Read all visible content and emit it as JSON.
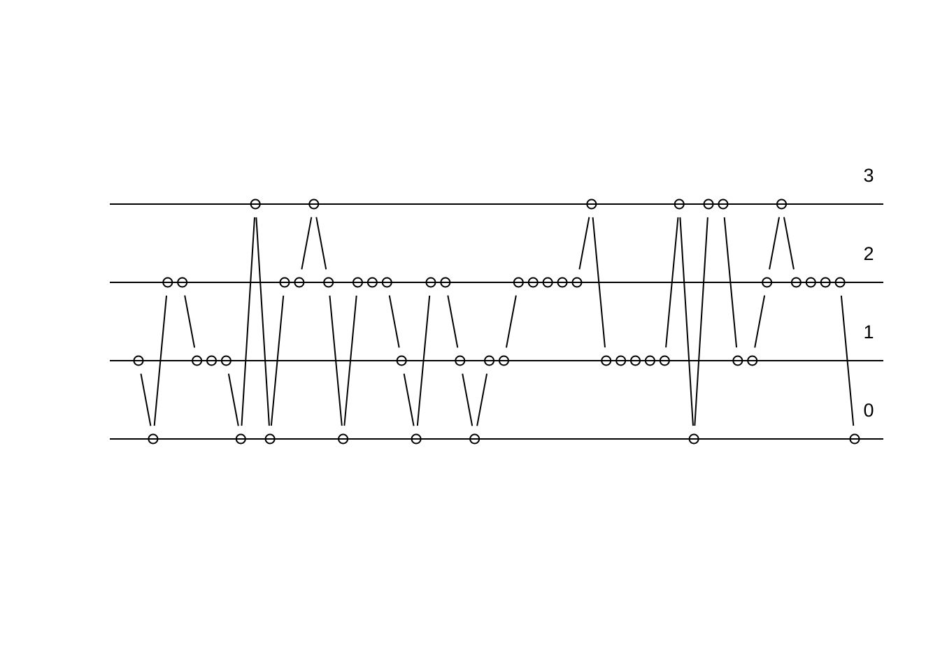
{
  "chart_data": {
    "type": "line",
    "title": "",
    "xlabel": "",
    "ylabel": "",
    "levels": [
      0,
      1,
      2,
      3
    ],
    "level_labels": [
      "0",
      "1",
      "2",
      "3"
    ],
    "x": [
      1,
      2,
      3,
      4,
      5,
      6,
      7,
      8,
      9,
      10,
      11,
      12,
      13,
      14,
      15,
      16,
      17,
      18,
      19,
      20,
      21,
      22,
      23,
      24,
      25,
      26,
      27,
      28,
      29,
      30,
      31,
      32,
      33,
      34,
      35,
      36,
      37,
      38,
      39,
      40,
      41,
      42,
      43,
      44,
      45,
      46,
      47,
      48,
      49,
      50
    ],
    "values": [
      1,
      0,
      2,
      2,
      1,
      1,
      1,
      0,
      3,
      0,
      2,
      2,
      3,
      2,
      0,
      2,
      2,
      2,
      1,
      0,
      2,
      2,
      1,
      0,
      1,
      1,
      2,
      2,
      2,
      2,
      2,
      3,
      1,
      1,
      1,
      1,
      1,
      3,
      0,
      3,
      3,
      1,
      1,
      2,
      3,
      2,
      2,
      2,
      2,
      0
    ],
    "xlim": [
      -1,
      52
    ],
    "ylim": [
      0,
      3
    ],
    "grid": false,
    "marker": "open-circle",
    "style": "both points and lines"
  }
}
